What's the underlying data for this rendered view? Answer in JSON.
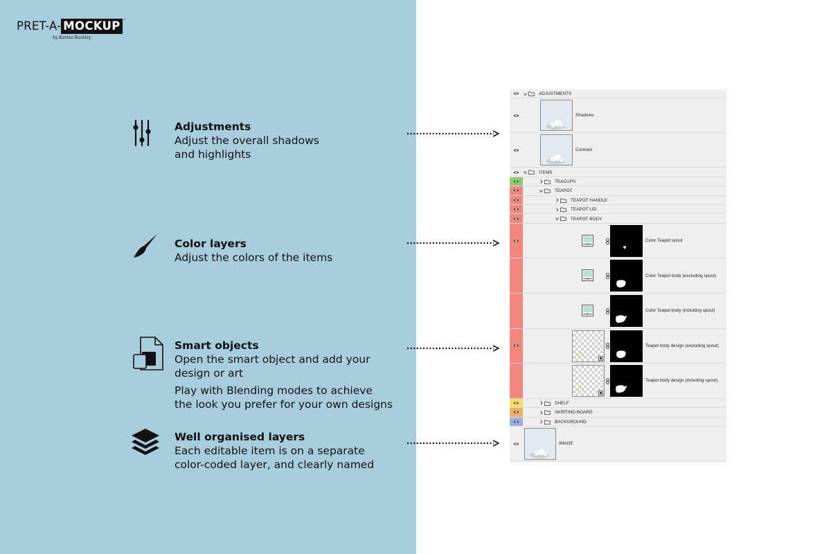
{
  "brand": {
    "name_light": "PRET-A-",
    "name_bold": "MOCKUP",
    "trademark": "™",
    "byline": "by Karina Buckley"
  },
  "colors": {
    "panel_bg": "#a8cedd",
    "green": "#8fce6c",
    "red": "#f4877d",
    "yellow": "#eedd66",
    "orange": "#f4ae5d",
    "blue": "#9aaee3"
  },
  "features": [
    {
      "icon": "sliders-icon",
      "title": "Adjustments",
      "desc": [
        "Adjust the overall shadows\nand highlights"
      ]
    },
    {
      "icon": "paintbrush-icon",
      "title": "Color layers",
      "desc": [
        "Adjust the colors of the items"
      ]
    },
    {
      "icon": "smart-object-icon",
      "title": "Smart objects",
      "desc": [
        "Open the smart object and add your\ndesign or art",
        "Play with Blending modes to achieve\nthe look you prefer for your own designs"
      ]
    },
    {
      "icon": "layers-stack-icon",
      "title": "Well organised layers",
      "desc": [
        "Each editable item is on a separate\ncolor-coded layer, and clearly named"
      ]
    }
  ],
  "layers_panel": {
    "rows": [
      {
        "name": "ADJUSTMENTS",
        "type": "group",
        "expanded": true,
        "color": "none",
        "visible": true,
        "indent": 0
      },
      {
        "name": "Shadows",
        "type": "adjustment",
        "color": "none",
        "visible": true
      },
      {
        "name": "Contrast",
        "type": "adjustment",
        "color": "none",
        "visible": true
      },
      {
        "name": "ITEMS",
        "type": "group",
        "expanded": true,
        "color": "none",
        "visible": true,
        "indent": 0
      },
      {
        "name": "TEACUPS",
        "type": "group",
        "expanded": false,
        "color": "green",
        "visible": true,
        "indent": 1
      },
      {
        "name": "TEAPOT",
        "type": "group",
        "expanded": true,
        "color": "red",
        "visible": true,
        "indent": 1
      },
      {
        "name": "TEAPOT HANDLE",
        "type": "group",
        "expanded": false,
        "color": "red",
        "visible": true,
        "indent": 2
      },
      {
        "name": "TEAPOT LID",
        "type": "group",
        "expanded": false,
        "color": "red",
        "visible": true,
        "indent": 2
      },
      {
        "name": "TEAPOT BODY",
        "type": "group",
        "expanded": true,
        "color": "red",
        "visible": true,
        "indent": 2
      },
      {
        "name": "Color Teapot spout",
        "type": "color-fill",
        "color": "red",
        "visible": true
      },
      {
        "name": "Color Teapot body (excluding spout)",
        "type": "color-fill",
        "color": "red",
        "visible": false
      },
      {
        "name": "Color Teapot body (including spout)",
        "type": "color-fill",
        "color": "red",
        "visible": false
      },
      {
        "name": "Teapot body design (excluding spout)",
        "type": "smart-object",
        "color": "red",
        "visible": true
      },
      {
        "name": "Teapot body design (including spout)",
        "type": "smart-object",
        "color": "red",
        "visible": false
      },
      {
        "name": "SHELF",
        "type": "group",
        "expanded": false,
        "color": "yellow",
        "visible": true,
        "indent": 1
      },
      {
        "name": "SKIRTING BOARD",
        "type": "group",
        "expanded": false,
        "color": "orange",
        "visible": true,
        "indent": 1
      },
      {
        "name": "BACKGROUND",
        "type": "group",
        "expanded": false,
        "color": "blue",
        "visible": true,
        "indent": 1
      },
      {
        "name": "IMAGE",
        "type": "image",
        "color": "none",
        "visible": true
      }
    ]
  }
}
